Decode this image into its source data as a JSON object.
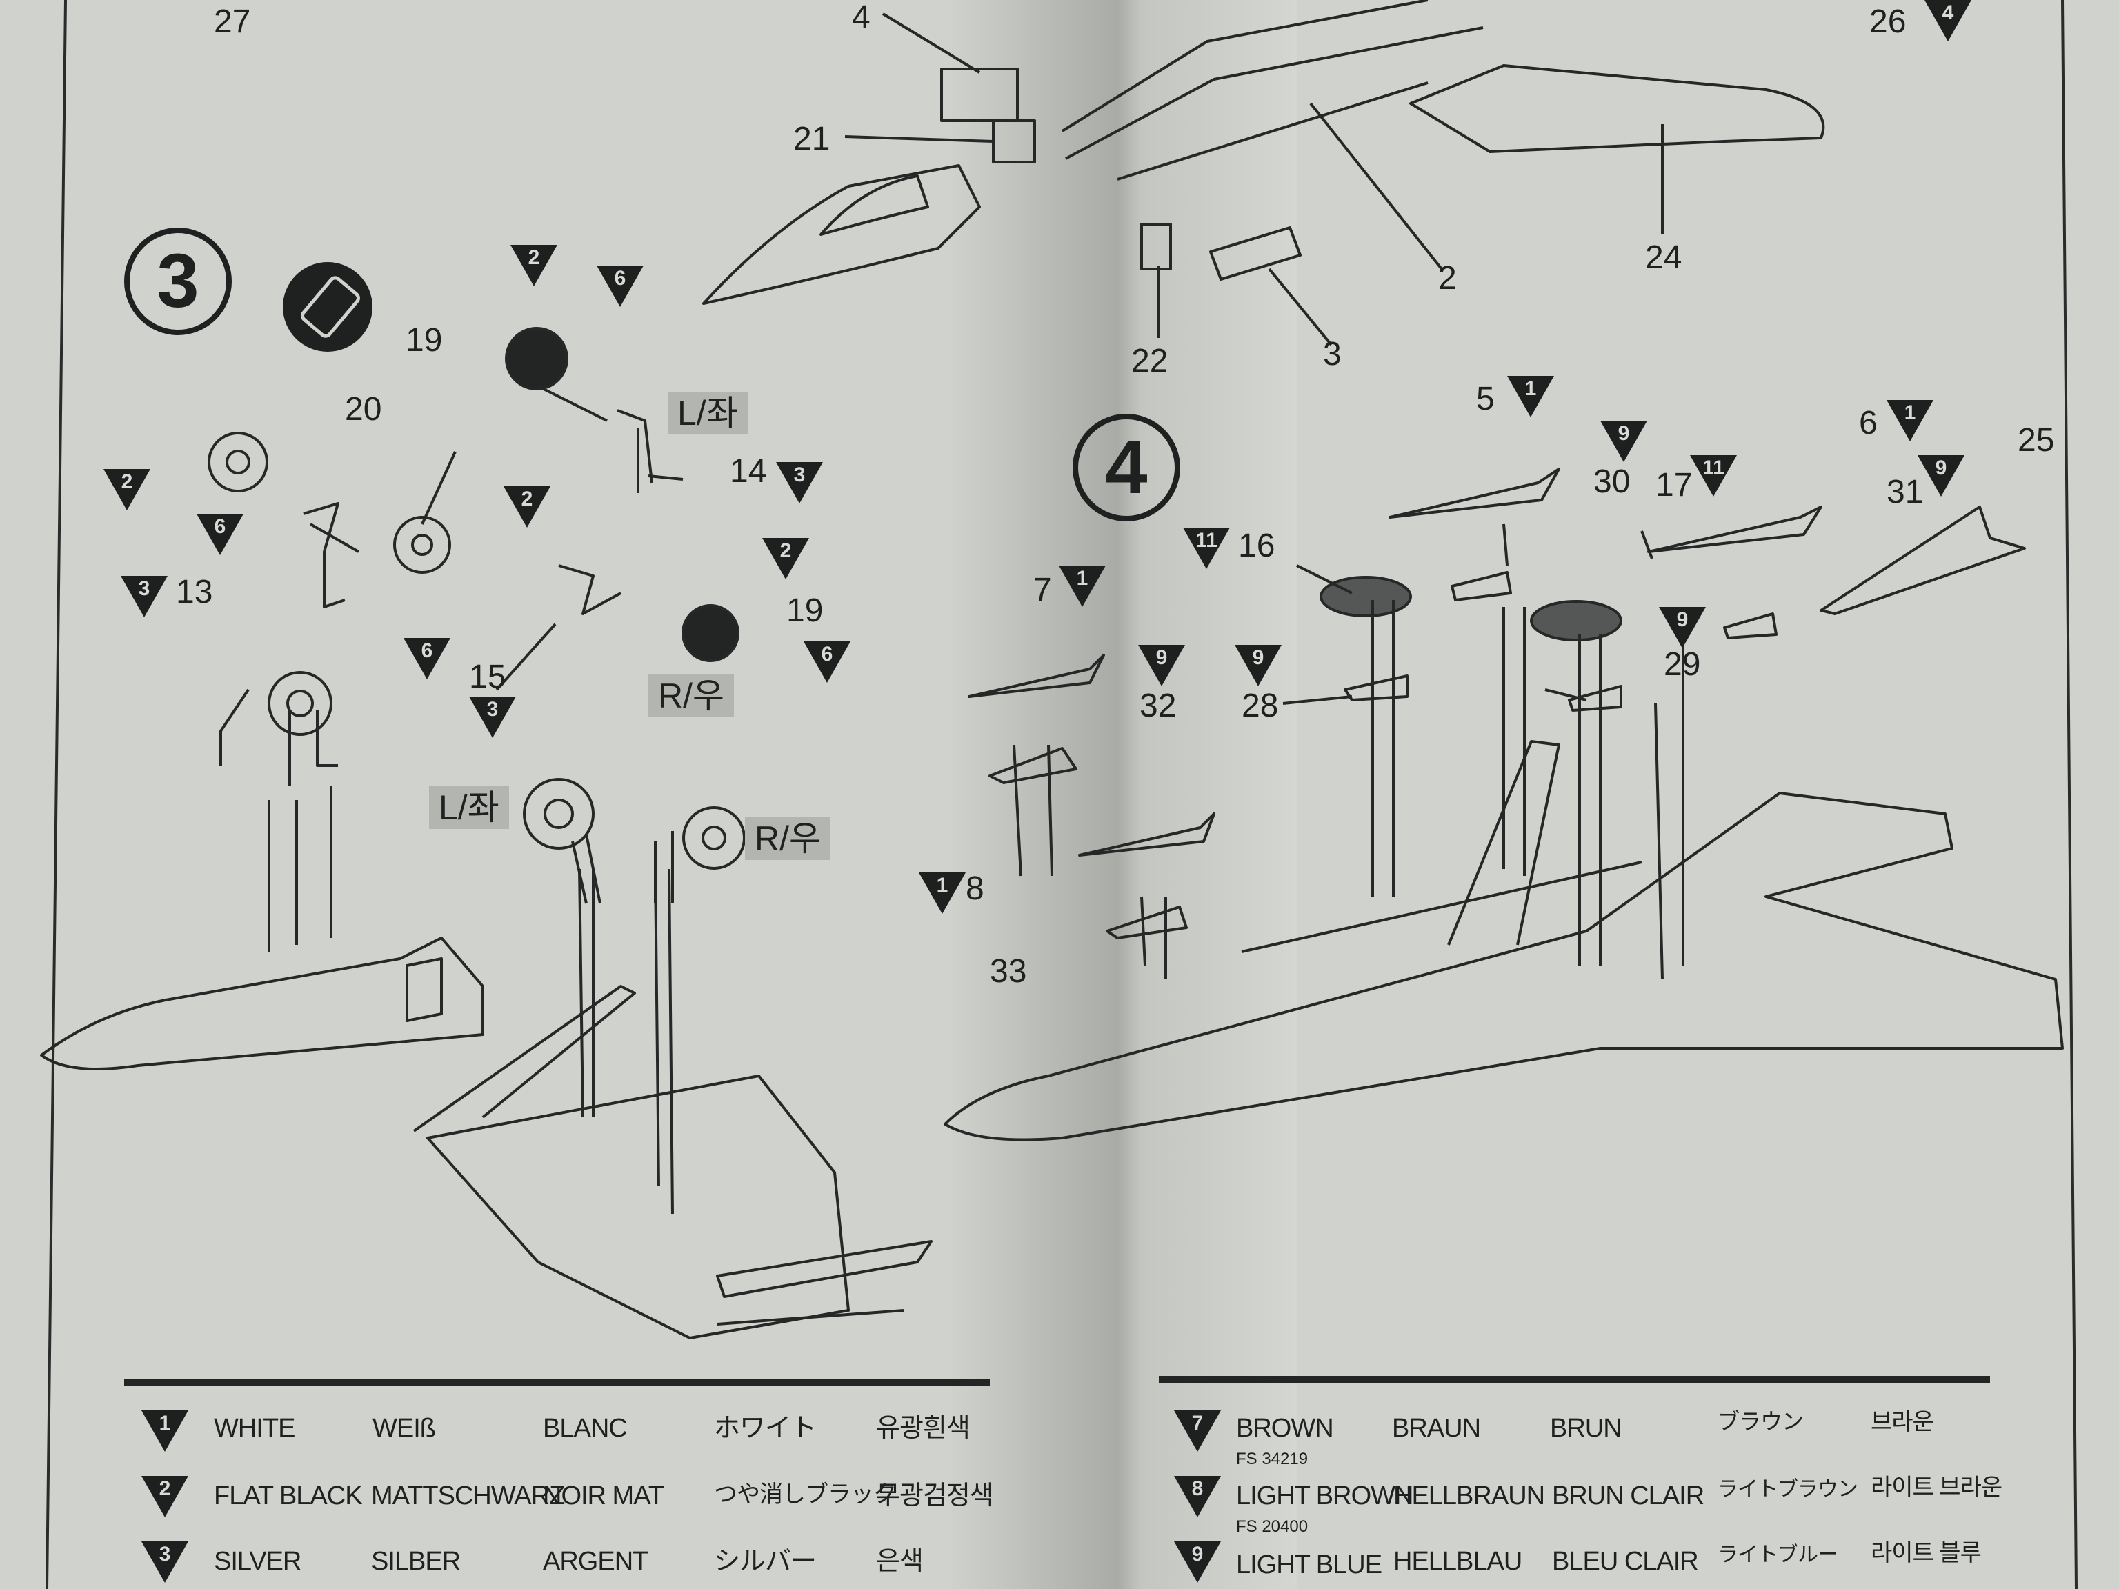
{
  "page_numbers": {
    "top_left": "27",
    "top_right": "26"
  },
  "step3": {
    "number": "3",
    "side_left": "L/좌",
    "side_right": "R/우",
    "parts": [
      "19",
      "20",
      "13",
      "14",
      "15",
      "19"
    ],
    "paint_codes": [
      "2",
      "6",
      "2",
      "6",
      "3",
      "2",
      "6",
      "3",
      "2",
      "6",
      "3"
    ]
  },
  "upper": {
    "parts": [
      "4",
      "21",
      "22",
      "3",
      "2",
      "24"
    ],
    "paint_codes": [
      "4"
    ]
  },
  "step4": {
    "number": "4",
    "parts": [
      "5",
      "30",
      "17",
      "6",
      "31",
      "25",
      "16",
      "7",
      "32",
      "28",
      "29",
      "8",
      "33"
    ],
    "paint_codes": [
      "1",
      "9",
      "11",
      "1",
      "9",
      "11",
      "1",
      "9",
      "9",
      "9",
      "1"
    ]
  },
  "color_table_left": [
    {
      "code": "1",
      "en": "WHITE",
      "de": "WEIß",
      "fr": "BLANC",
      "ja": "ホワイト",
      "ko": "유광흰색"
    },
    {
      "code": "2",
      "en": "FLAT BLACK",
      "de": "MATTSCHWARZ",
      "fr": "NOIR MAT",
      "ja": "つや消しブラック",
      "ko": "무광검정색"
    },
    {
      "code": "3",
      "en": "SILVER",
      "de": "SILBER",
      "fr": "ARGENT",
      "ja": "シルバー",
      "ko": "은색"
    }
  ],
  "color_table_right": [
    {
      "code": "7",
      "en": "BROWN",
      "fs": "FS 34219",
      "de": "BRAUN",
      "fr": "BRUN",
      "ja": "ブラウン",
      "ko": "브라운"
    },
    {
      "code": "8",
      "en": "LIGHT BROWN",
      "fs": "FS 20400",
      "de": "HELLBRAUN",
      "fr": "BRUN CLAIR",
      "ja": "ライトブラウン",
      "ko": "라이트 브라운"
    },
    {
      "code": "9",
      "en": "LIGHT BLUE",
      "fs": "",
      "de": "HELLBLAU",
      "fr": "BLEU CLAIR",
      "ja": "ライトブルー",
      "ko": "라이트 블루"
    }
  ]
}
